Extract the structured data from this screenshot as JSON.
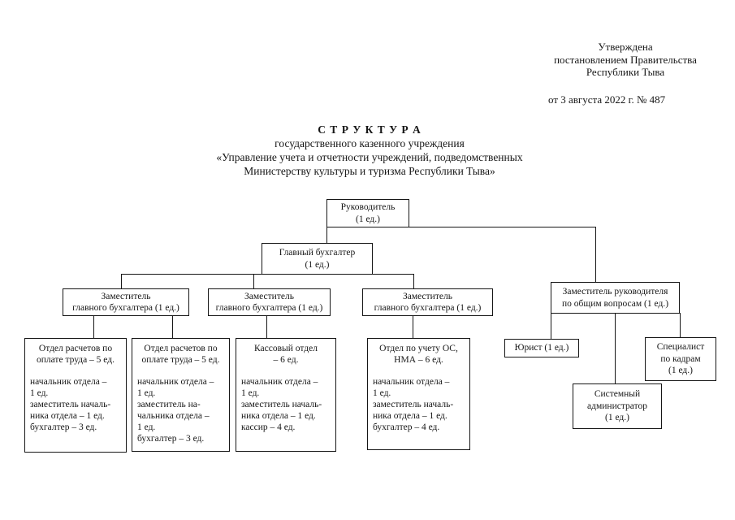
{
  "header": {
    "approval": "Утверждена\nпостановлением Правительства\nРеспублики Тыва",
    "date": "от 3 августа 2022 г. № 487"
  },
  "title": {
    "heading": "С Т Р У К Т У Р А",
    "line2": "государственного казенного учреждения",
    "line3": "«Управление учета и отчетности учреждений, подведомственных",
    "line4": "Министерству культуры и туризма Республики Тыва»"
  },
  "org": {
    "director": {
      "label": "Руководитель\n(1 ед.)"
    },
    "chief_accountant": {
      "label": "Главный бухгалтер\n(1 ед.)"
    },
    "deputy_ca_1": {
      "label": "Заместитель\nглавного бухгалтера (1 ед.)"
    },
    "deputy_ca_2": {
      "label": "Заместитель\nглавного бухгалтера (1 ед.)"
    },
    "deputy_ca_3": {
      "label": "Заместитель\nглавного бухгалтера (1 ед.)"
    },
    "deputy_director": {
      "label": "Заместитель руководителя\nпо общим вопросам (1 ед.)"
    },
    "payroll_dept_1": {
      "title": "Отдел расчетов по\nоплате труда – 5 ед.",
      "staff": "начальник отдела –\n1 ед.\nзаместитель началь-\nника отдела – 1 ед.\nбухгалтер – 3 ед."
    },
    "payroll_dept_2": {
      "title": "Отдел расчетов по\nоплате труда – 5 ед.",
      "staff": "начальник отдела –\n1 ед.\nзаместитель на-\nчальника отдела –\n1 ед.\nбухгалтер – 3 ед."
    },
    "cash_dept": {
      "title": "Кассовый отдел\n– 6 ед.",
      "staff": "начальник отдела –\n1 ед.\nзаместитель началь-\nника отдела – 1 ед.\nкассир – 4 ед."
    },
    "assets_dept": {
      "title": "Отдел по учету ОС,\nНМА – 6 ед.",
      "staff": "начальник отдела –\n1 ед.\nзаместитель началь-\nника отдела – 1 ед.\nбухгалтер – 4 ед."
    },
    "lawyer": {
      "label": "Юрист (1 ед.)"
    },
    "hr_specialist": {
      "label": "Специалист\nпо кадрам\n(1 ед.)"
    },
    "sysadmin": {
      "label": "Системный\nадминистратор\n(1 ед.)"
    }
  },
  "colors": {
    "ink": "#161616",
    "paper": "#ffffff"
  }
}
